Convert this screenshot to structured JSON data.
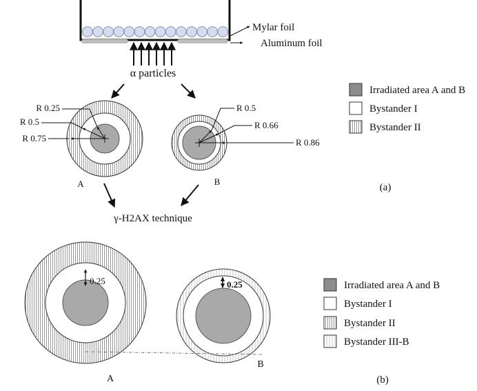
{
  "setup": {
    "mylar_label": "Mylar foil",
    "aluminum_label": "Aluminum foil",
    "particles_label": "α particles"
  },
  "panel_a": {
    "technique_label": "γ-H2AX technique",
    "panel_label": "(a)",
    "dish_a": {
      "label": "A",
      "radius_labels": [
        "R 0.25",
        "R 0.5",
        "R 0.75"
      ]
    },
    "dish_b": {
      "label": "B",
      "radius_labels": [
        "R 0.5",
        "R 0.66",
        "R 0.86"
      ]
    },
    "legend": [
      {
        "label": "Irradiated area A and B",
        "fill": "gray"
      },
      {
        "label": "Bystander I",
        "fill": "white"
      },
      {
        "label": "Bystander II",
        "fill": "vertical-stripes"
      }
    ]
  },
  "panel_b": {
    "panel_label": "(b)",
    "dish_a": {
      "label": "A",
      "gap_label": "0.25"
    },
    "dish_b": {
      "label": "B",
      "gap_label": "0.25"
    },
    "legend": [
      {
        "label": "Irradiated area A and B",
        "fill": "gray"
      },
      {
        "label": "Bystander I",
        "fill": "white"
      },
      {
        "label": "Bystander II",
        "fill": "vertical-stripes"
      },
      {
        "label": "Bystander III-B",
        "fill": "light-stripes"
      }
    ]
  },
  "colors": {
    "irradiated": "#a9a9a9",
    "legend_gray": "#8c8c8c",
    "stripe": "#8a8a8a",
    "light_stripe": "#b5b5b5",
    "foil": "#bdbdbd",
    "bead": "#d4dcef",
    "line": "#111111"
  }
}
